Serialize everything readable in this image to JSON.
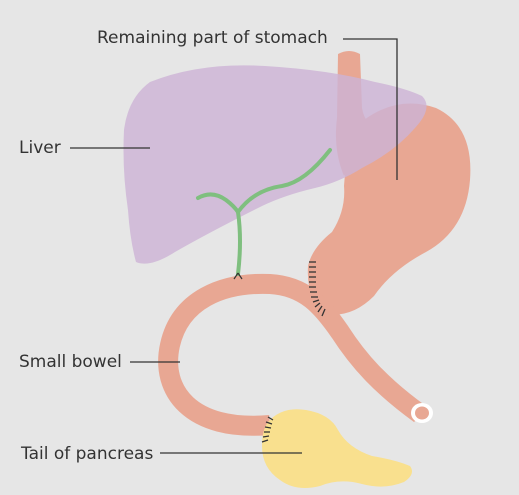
{
  "labels": {
    "stomach": "Remaining part of stomach",
    "liver": "Liver",
    "small_bowel": "Small bowel",
    "pancreas": "Tail of pancreas"
  },
  "colors": {
    "background": "#e6e6e6",
    "liver": "#cdb3d6",
    "stomach": "#e8a793",
    "bowel": "#e8a793",
    "bile_duct": "#7fbf7f",
    "pancreas": "#f9e08e",
    "leader_line": "#333333",
    "sutures": "#333333"
  }
}
